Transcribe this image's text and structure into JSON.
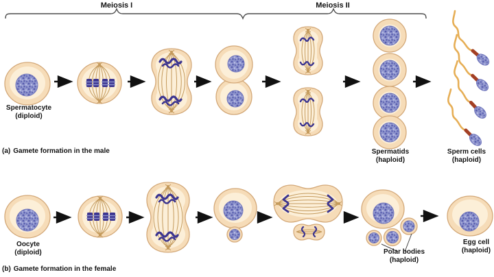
{
  "figure": {
    "stage_titles": {
      "meiosis_i": "Meiosis I",
      "meiosis_ii": "Meiosis II"
    },
    "male_row": {
      "caption_marker": "(a)",
      "caption_text": "Gamete formation in the male",
      "spermatocyte_name": "Spermatocyte",
      "spermatocyte_ploidy": "(diploid)",
      "spermatids_name": "Spermatids",
      "spermatids_ploidy": "(haploid)",
      "sperm_cells_name": "Sperm cells",
      "sperm_cells_ploidy": "(haploid)"
    },
    "female_row": {
      "caption_marker": "(b)",
      "caption_text": "Gamete formation in the female",
      "oocyte_name": "Oocyte",
      "oocyte_ploidy": "(diploid)",
      "polar_bodies_name": "Polar bodies",
      "polar_bodies_ploidy": "(haploid)",
      "egg_cell_name": "Egg cell",
      "egg_cell_ploidy": "(haploid)"
    },
    "colors": {
      "background": "#ffffff",
      "cytoplasm": "#f6dcb8",
      "cytoplasm-light": "#fcefd8",
      "membrane": "#d3a878",
      "nucleus": "#8d93cc",
      "nucleus-speckle-dark": "#575cae",
      "nucleus-speckle-light": "#bcc0e8",
      "nucleus-edge": "#7076bc",
      "chromosome": "#3b3490",
      "spindle": "#c49a5c",
      "sperm-tail": "#e6ae55",
      "sperm-midpiece": "#a33f24",
      "arrow": "#111111",
      "bracket": "#4a4a4a",
      "text": "#111111"
    }
  }
}
